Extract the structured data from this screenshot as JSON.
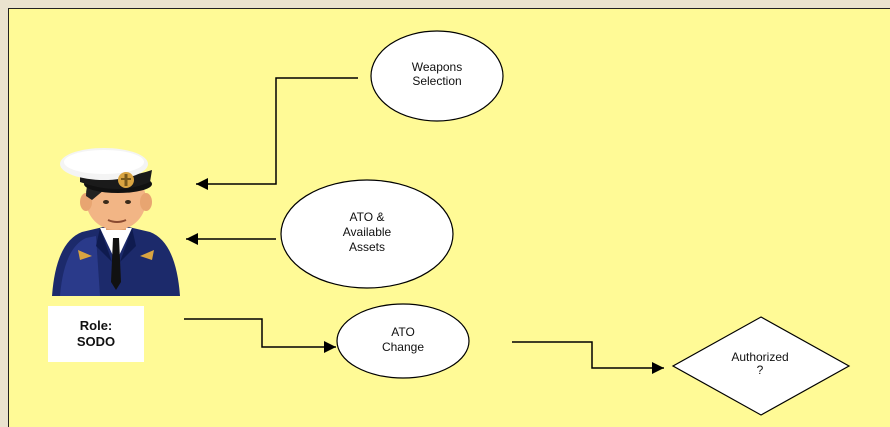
{
  "diagram": {
    "actor": {
      "role_label": "Role:",
      "role_name": "SODO",
      "icon": "naval-officer-icon"
    },
    "nodes": {
      "weapons_selection": [
        "Weapons",
        "Selection"
      ],
      "ato_available_assets": [
        "ATO &",
        "Available",
        "Assets"
      ],
      "ato_change": [
        "ATO",
        "Change"
      ],
      "authorized": [
        "Authorized",
        "?"
      ]
    },
    "colors": {
      "background": "#fffa96",
      "frame": "#eae3cf",
      "node_fill": "#ffffff",
      "line": "#000000"
    }
  }
}
